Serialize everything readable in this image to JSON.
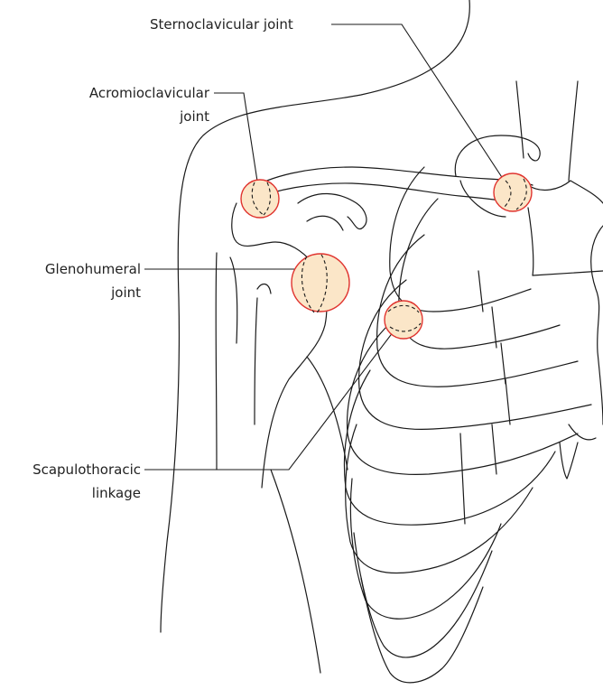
{
  "colors": {
    "joint_fill": "#fbe6c8",
    "joint_stroke": "#e0342f",
    "line": "#1a1a1a"
  },
  "labels": {
    "sternoclavicular": "Sternoclavicular joint",
    "acromioclavicular_line1": "Acromioclavicular",
    "acromioclavicular_line2": "joint",
    "glenohumeral_line1": "Glenohumeral",
    "glenohumeral_line2": "joint",
    "scapulothoracic_line1": "Scapulothoracic",
    "scapulothoracic_line2": "linkage"
  }
}
